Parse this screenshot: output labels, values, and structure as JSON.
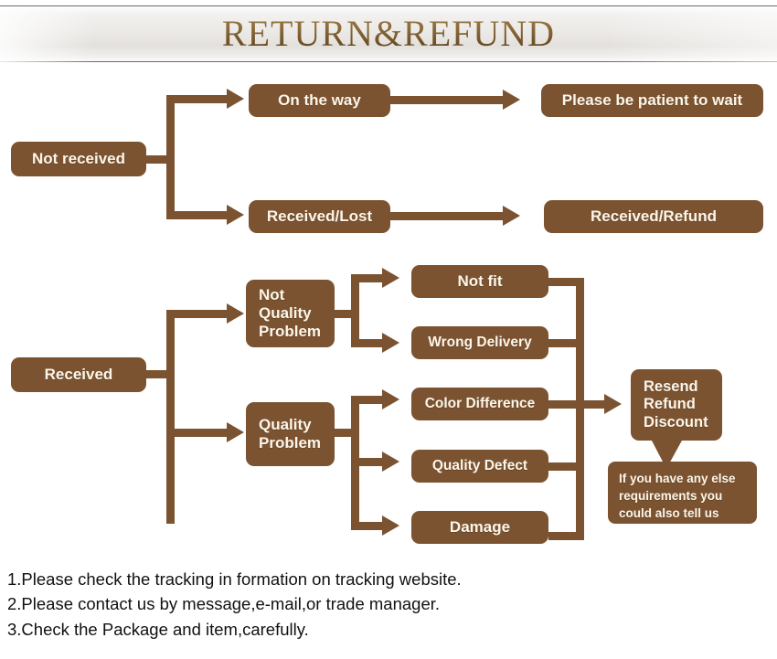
{
  "header": {
    "title": "RETURN&REFUND"
  },
  "flow_not_received": {
    "source": {
      "label": "Not received"
    },
    "branches": [
      {
        "label": "On  the way",
        "result": "Please be patient to wait"
      },
      {
        "label": "Received/Lost",
        "result": "Received/Refund"
      }
    ]
  },
  "flow_received": {
    "source": {
      "label": "Received"
    },
    "categories": [
      {
        "label": "Not\nQuality\nProblem",
        "reasons": [
          "Not fit",
          "Wrong Delivery"
        ]
      },
      {
        "label": "Quality\nProblem",
        "reasons": [
          "Color Difference",
          "Quality Defect",
          "Damage"
        ]
      }
    ],
    "outcome": {
      "label": "Resend\nRefund\nDiscount"
    },
    "callout": {
      "text": "If you have any else\nrequirements you\ncould also tell us"
    }
  },
  "notes": [
    "1.Please check the tracking in formation on tracking website.",
    "2.Please contact us by message,e-mail,or trade manager.",
    "3.Check the Package and item,carefully."
  ],
  "colors": {
    "brown": "#7b5331",
    "cream": "#fdf6ea",
    "banner_light": "#f2f1ef",
    "title_gold": "#8a6a39"
  }
}
